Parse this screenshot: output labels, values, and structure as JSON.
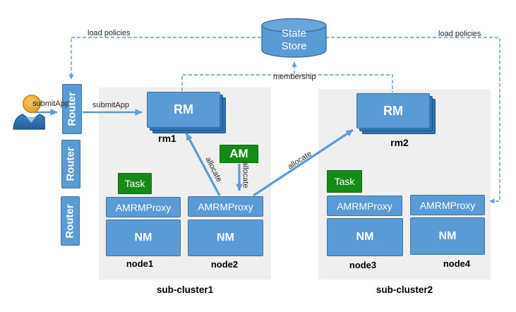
{
  "title": "YARN Federation architecture diagram",
  "colors": {
    "box_blue": "#5b9bd5",
    "box_blue_border": "#41719c",
    "stack_blue": "#2e75b6",
    "stack_blue_border": "#1f4e79",
    "green": "#168a16",
    "green_border": "#0e6b0e",
    "panel_gray": "#efefef",
    "line_blue": "#5b9bd5"
  },
  "user": {
    "label": "submitApp"
  },
  "routers": {
    "r1": "Router",
    "r2": "Router",
    "r3": "Router"
  },
  "edges": {
    "load_policies_left": "load policies",
    "load_policies_right": "load policies",
    "membership": "membership",
    "submit_app": "submitApp",
    "allocate_left": "allocate",
    "allocate_mid": "allocate",
    "allocate_right": "allocate"
  },
  "state_store": {
    "line1": "State",
    "line2": "Store"
  },
  "am": "AM",
  "cluster1": {
    "rm": "RM",
    "rm_name": "rm1",
    "name": "sub-cluster1",
    "node1": {
      "task": "Task",
      "proxy": "AMRMProxy",
      "nm": "NM",
      "name": "node1"
    },
    "node2": {
      "proxy": "AMRMProxy",
      "nm": "NM",
      "name": "node2"
    }
  },
  "cluster2": {
    "rm": "RM",
    "rm_name": "rm2",
    "name": "sub-cluster2",
    "node3": {
      "task": "Task",
      "proxy": "AMRMProxy",
      "nm": "NM",
      "name": "node3"
    },
    "node4": {
      "proxy": "AMRMProxy",
      "nm": "NM",
      "name": "node4"
    }
  }
}
